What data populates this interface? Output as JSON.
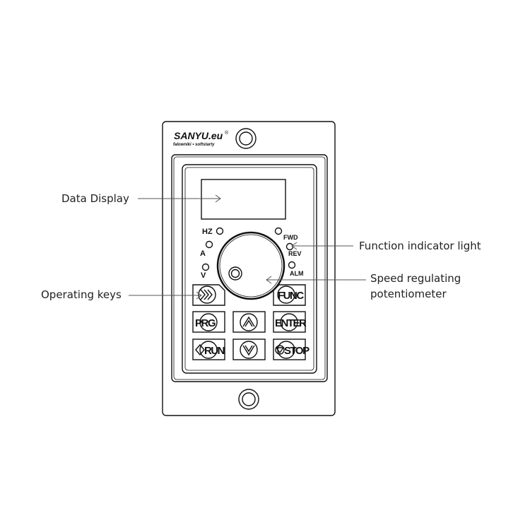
{
  "logo": {
    "brand": "SANYU.eu",
    "tagline": "falowniki • softstarty",
    "registered": "®"
  },
  "leds": {
    "hz": "HZ",
    "a": "A",
    "v": "V",
    "fwd": "FWD",
    "rev": "REV",
    "alm": "ALM"
  },
  "keys": {
    "func": "FUNC",
    "prg": "PRG",
    "enter": "ENTER",
    "run": "RUN",
    "stop": "STOP"
  },
  "callouts": {
    "data_display": "Data Display",
    "function_light": "Function indicator light",
    "speed_pot_line1": "Speed regulating",
    "speed_pot_line2": "potentiometer",
    "operating_keys": "Operating keys"
  }
}
